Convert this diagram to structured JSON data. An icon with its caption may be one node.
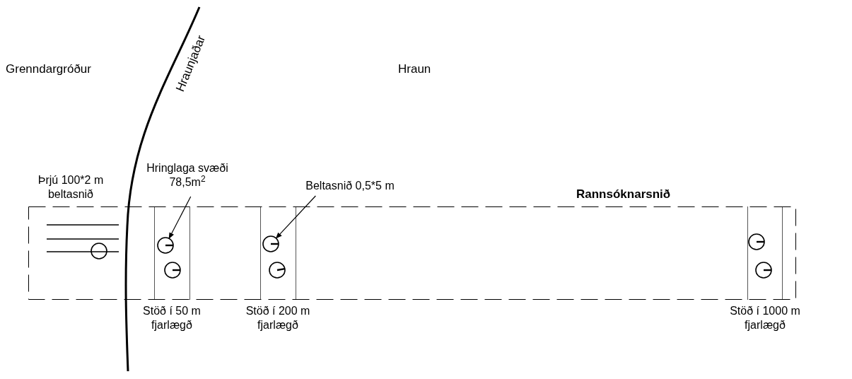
{
  "diagram": {
    "nodes": [
      {
        "text": [
          "Rannsóknarsnið"
        ]
      },
      {
        "text": [],
        "shape": "circle",
        "in": 0
      },
      {
        "text": [],
        "shape": "circle",
        "in": 0
      },
      {
        "text": [],
        "shape": "circle",
        "in": 0
      },
      {
        "text": [],
        "shape": "circle",
        "in": 0
      },
      {
        "text": [],
        "shape": "circle",
        "in": 0
      },
      {
        "text": [],
        "shape": "circle",
        "in": 0
      },
      {
        "text": [],
        "shape": "circle",
        "in": 0
      },
      {
        "text": [
          "Hringlaga svæði 78,5m$^{2}$"
        ]
      },
      {
        "text": [
          "Beltasnið 0,5*5 m"
        ]
      }
    ],
    "edges": [
      {
        "from": 8,
        "to": 2,
        "arrow": "to"
      },
      {
        "from": 9,
        "to": 4,
        "arrow": "to"
      }
    ],
    "labels": [
      "Grenndargróður",
      "Hraunjaðar",
      "Hraun",
      "Þrjú 100*2 m beltasnið",
      "Stöð í 50 m fjarlægð",
      "Stöð í 200 m fjarlægð",
      "Stöð í 1000 m fjarlægð"
    ]
  }
}
